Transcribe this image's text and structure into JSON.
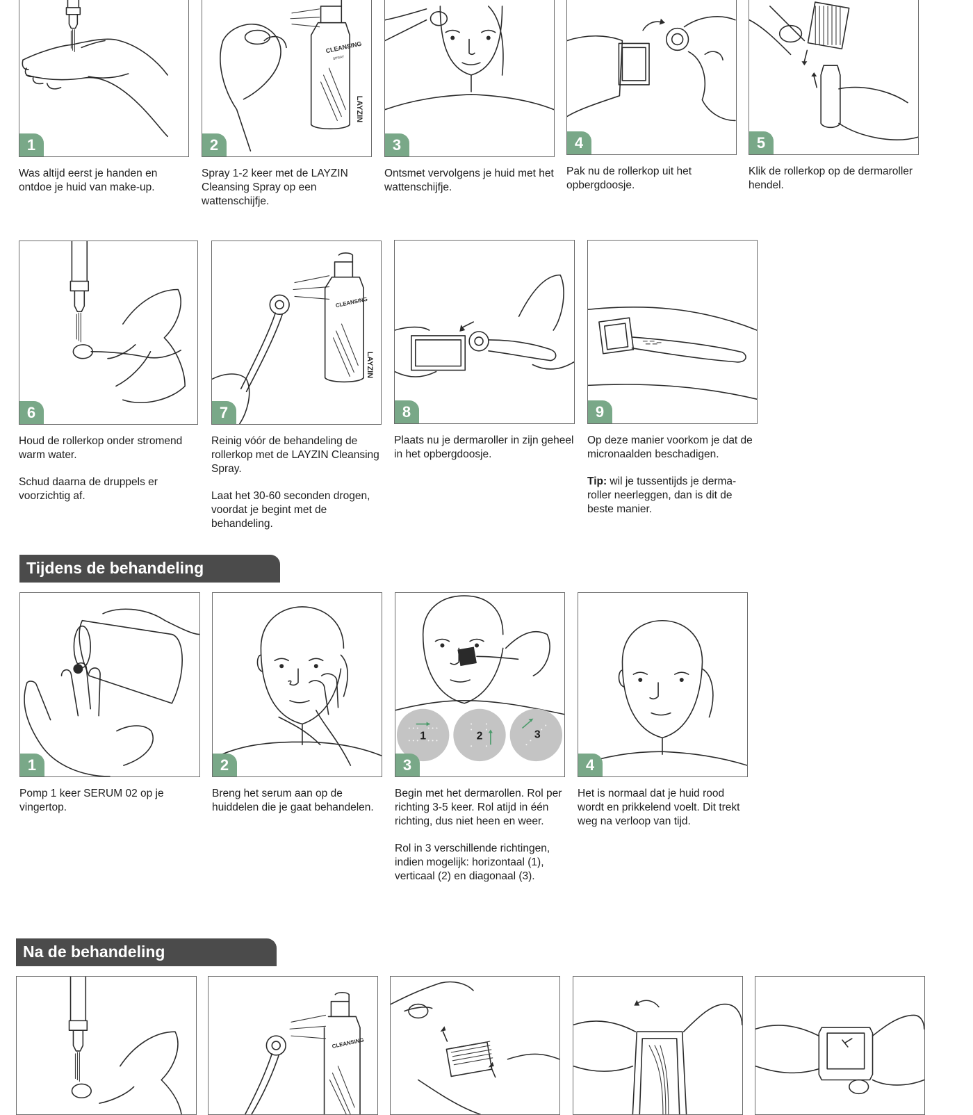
{
  "colors": {
    "accent_green": "#79a888",
    "section_bar": "#4b4b4b",
    "line": "#2a2a2a"
  },
  "steps_before": [
    {
      "num": "1",
      "illustration": "hand-washing-icon",
      "caption": [
        "Was altijd eerst je handen en ontdoe je huid van make-up."
      ]
    },
    {
      "num": "2",
      "illustration": "spray-cotton-pad-icon",
      "caption": [
        "Spray 1-2 keer met de LAYZIN Cleansing Spray op een wattenschijfje."
      ]
    },
    {
      "num": "3",
      "illustration": "face-disinfect-icon",
      "caption": [
        "Ontsmet vervolgens je huid met het wattenschijfje."
      ]
    },
    {
      "num": "4",
      "illustration": "remove-roller-head-icon",
      "caption": [
        "Pak nu de rollerkop uit het opbergdoosje."
      ]
    },
    {
      "num": "5",
      "illustration": "click-roller-head-icon",
      "caption": [
        "Klik de rollerkop op de dermaroller hendel."
      ]
    },
    {
      "num": "6",
      "illustration": "rinse-roller-icon",
      "caption": [
        "Houd de rollerkop onder stromend warm water.",
        "Schud daarna de druppels er voorzichtig af."
      ]
    },
    {
      "num": "7",
      "illustration": "spray-roller-icon",
      "caption": [
        "Reinig vóór de behandeling de rollerkop met de LAYZIN Cleansing Spray.",
        "Laat het 30-60 seconden drogen, voordat je begint met de behandeling."
      ]
    },
    {
      "num": "8",
      "illustration": "place-in-box-icon",
      "caption": [
        "Plaats nu je dermaroller in zijn geheel in het opbergdoosje."
      ]
    },
    {
      "num": "9",
      "illustration": "roller-resting-icon",
      "caption": [
        "Op deze manier voorkom je dat de micronaalden beschadigen."
      ],
      "tip_label": "Tip:",
      "tip_text": " wil je tussentijds je derma-roller neerleggen, dan is dit de beste manier."
    }
  ],
  "section_during": "Tijdens de behandeling",
  "steps_during": [
    {
      "num": "1",
      "illustration": "serum-pump-icon",
      "caption": [
        "Pomp 1 keer SERUM 02 op je vingertop."
      ]
    },
    {
      "num": "2",
      "illustration": "apply-serum-face-icon",
      "caption": [
        "Breng het serum aan op de huiddelen die je gaat behandelen."
      ]
    },
    {
      "num": "3",
      "illustration": "dermarolling-face-icon",
      "caption": [
        "Begin met het dermarollen. Rol per richting 3-5 keer. Rol atijd in één richting, dus niet heen en weer.",
        "Rol in 3 verschillende richtingen, indien mogelijk: horizontaal (1), verticaal (2) en diagonaal (3)."
      ],
      "directions": [
        "1",
        "2",
        "3"
      ]
    },
    {
      "num": "4",
      "illustration": "red-skin-face-icon",
      "caption": [
        "Het is normaal dat je huid rood wordt en prikkelend voelt. Dit trekt weg na verloop van tijd."
      ]
    }
  ],
  "section_after": "Na de behandeling",
  "bottle_label": "CLEANSING",
  "bottle_sub": "SPRAY",
  "brand_mark": "LAYZIN"
}
